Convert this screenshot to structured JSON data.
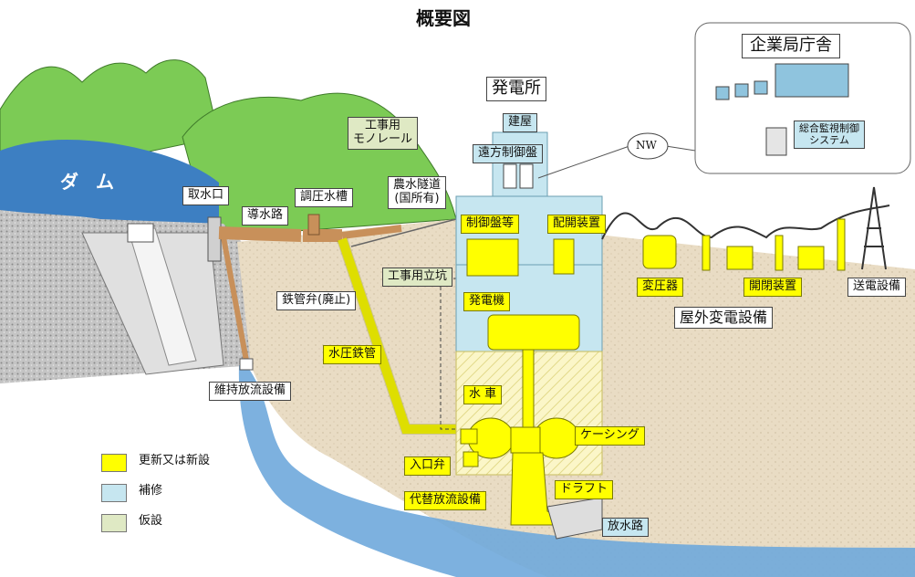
{
  "title": "概要図",
  "labels": {
    "dam": "ダ ム",
    "intake": "取水口",
    "headrace": "導水路",
    "surge_tank": "調圧水槽",
    "monorail": "工事用\nモノレール",
    "irrigation_tunnel": "農水隧道\n(国所有)",
    "powerhouse": "発電所",
    "building": "建屋",
    "remote_control_panel": "遠方制御盤",
    "control_panels": "制御盤等",
    "switchgear_panel": "配開装置",
    "nw": "NW",
    "office": "企業局庁舎",
    "monitoring_system": "総合監視制御\nシステム",
    "steel_pipe_valve": "鉄管弁(廃止)",
    "construction_shaft": "工事用立坑",
    "generator": "発電機",
    "penstock": "水圧鉄管",
    "turbine": "水 車",
    "casing": "ケーシング",
    "inlet_valve": "入口弁",
    "alternate_discharge": "代替放流設備",
    "draft": "ドラフト",
    "tailrace": "放水路",
    "maintenance_discharge": "維持放流設備",
    "transformer": "変圧器",
    "switchgear": "開閉装置",
    "transmission": "送電設備",
    "outdoor_substation": "屋外変電設備"
  },
  "legend": [
    {
      "label": "更新又は新設",
      "color": "#ffff00"
    },
    {
      "label": "補修",
      "color": "#c6e6f0"
    },
    {
      "label": "仮設",
      "color": "#dfe9c4"
    }
  ],
  "colors": {
    "renewal": "#ffff00",
    "repair": "#c6e6f0",
    "temporary": "#dfe9c4",
    "water": "#6fa8dc",
    "reservoir": "#3d7fc2",
    "mountain": "#7ccb55",
    "rock": "#b8b8b8",
    "earth": "#e6d8bf",
    "pipe": "#c8905a"
  }
}
